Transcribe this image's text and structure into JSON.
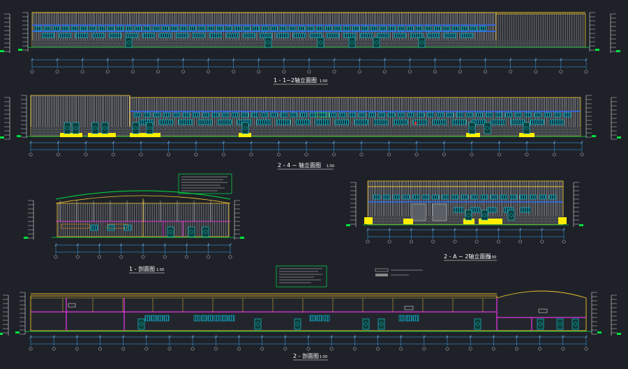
{
  "colors": {
    "background": "#1e2228",
    "wall_outline": "#f2c230",
    "cladding": "#b9b9b9",
    "window": "#19d3e8",
    "blue_band": "#2f6cff",
    "dim_line": "#39a7ff",
    "ground": "#00e040",
    "note_box": "#00ff55",
    "partition": "#e035e0",
    "hatch_yellow": "#ffee00",
    "red_mark": "#ff3030",
    "orange_text": "#ff8c1a",
    "white": "#ffffff"
  },
  "drawings": [
    {
      "id": "elev-1-1",
      "title": "1 - 1~2轴立面图",
      "scale": "1:50"
    },
    {
      "id": "elev-2-4",
      "title": "2 - 4 ~ 轴立面图",
      "scale": "1:50"
    },
    {
      "id": "sect-1",
      "title": "1 - 剖面图",
      "scale": "1:50"
    },
    {
      "id": "elev-2-a",
      "title": "2 - A ~ 2轴立面图",
      "scale": "1:50"
    },
    {
      "id": "sect-2",
      "title": "2 - 剖面图",
      "scale": "1:50"
    }
  ]
}
